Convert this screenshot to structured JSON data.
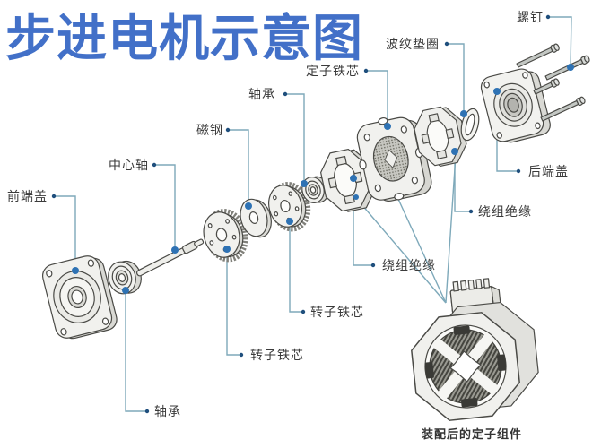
{
  "title": "步进电机示意图",
  "caption": "装配后的定子组件",
  "labels": {
    "screws": "螺钉",
    "wave_washer": "波纹垫圈",
    "stator_core": "定子铁芯",
    "bearing_top": "轴承",
    "magnet": "磁钢",
    "center_shaft": "中心轴",
    "front_end_cover": "前端盖",
    "rear_end_cover": "后端盖",
    "winding_insulation_right": "绕组绝缘",
    "winding_insulation_mid": "绕组绝缘",
    "rotor_core_right": "转子铁芯",
    "rotor_core_mid": "转子铁芯",
    "bearing_bottom": "轴承"
  },
  "colors": {
    "title_blue": "#4270c8",
    "label_text": "#3b3b3b",
    "leader_line": "#7ea9ba",
    "anchor_dot": "#2e72b4",
    "part_outline": "#4a4a46",
    "part_fill": "#f1f1ee",
    "background": "#ffffff"
  }
}
